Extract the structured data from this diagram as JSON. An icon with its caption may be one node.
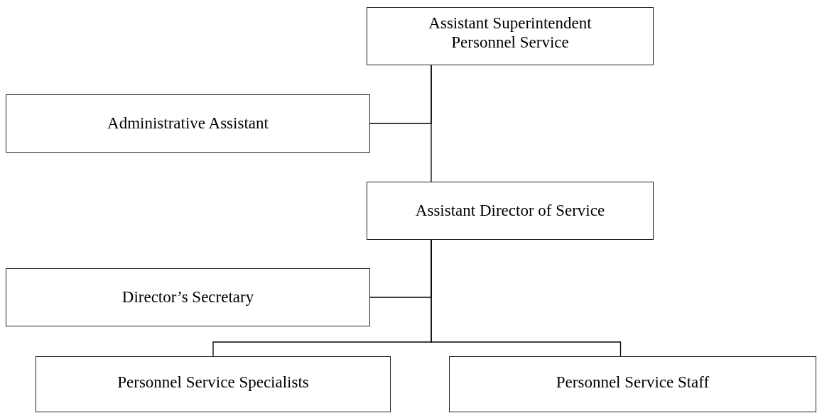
{
  "diagram": {
    "nodes": [
      {
        "text": [
          "Assistant Superintendent Personnel Service"
        ]
      },
      {
        "text": [
          "Administrative Assistant"
        ]
      },
      {
        "text": [
          "Assistant Director of Service"
        ]
      },
      {
        "text": [
          "Director’s Secretary"
        ]
      },
      {
        "text": [
          "Personnel Service Specialists"
        ]
      },
      {
        "text": [
          "Personnel Service Staff"
        ]
      }
    ],
    "edges": [
      {
        "from": 0,
        "to": 1,
        "arrow": "none"
      },
      {
        "from": 0,
        "to": 2,
        "arrow": "none"
      },
      {
        "from": 2,
        "to": 3,
        "arrow": "none"
      },
      {
        "from": 2,
        "to": 4,
        "arrow": "none"
      },
      {
        "from": 2,
        "to": 5,
        "arrow": "none"
      }
    ]
  }
}
